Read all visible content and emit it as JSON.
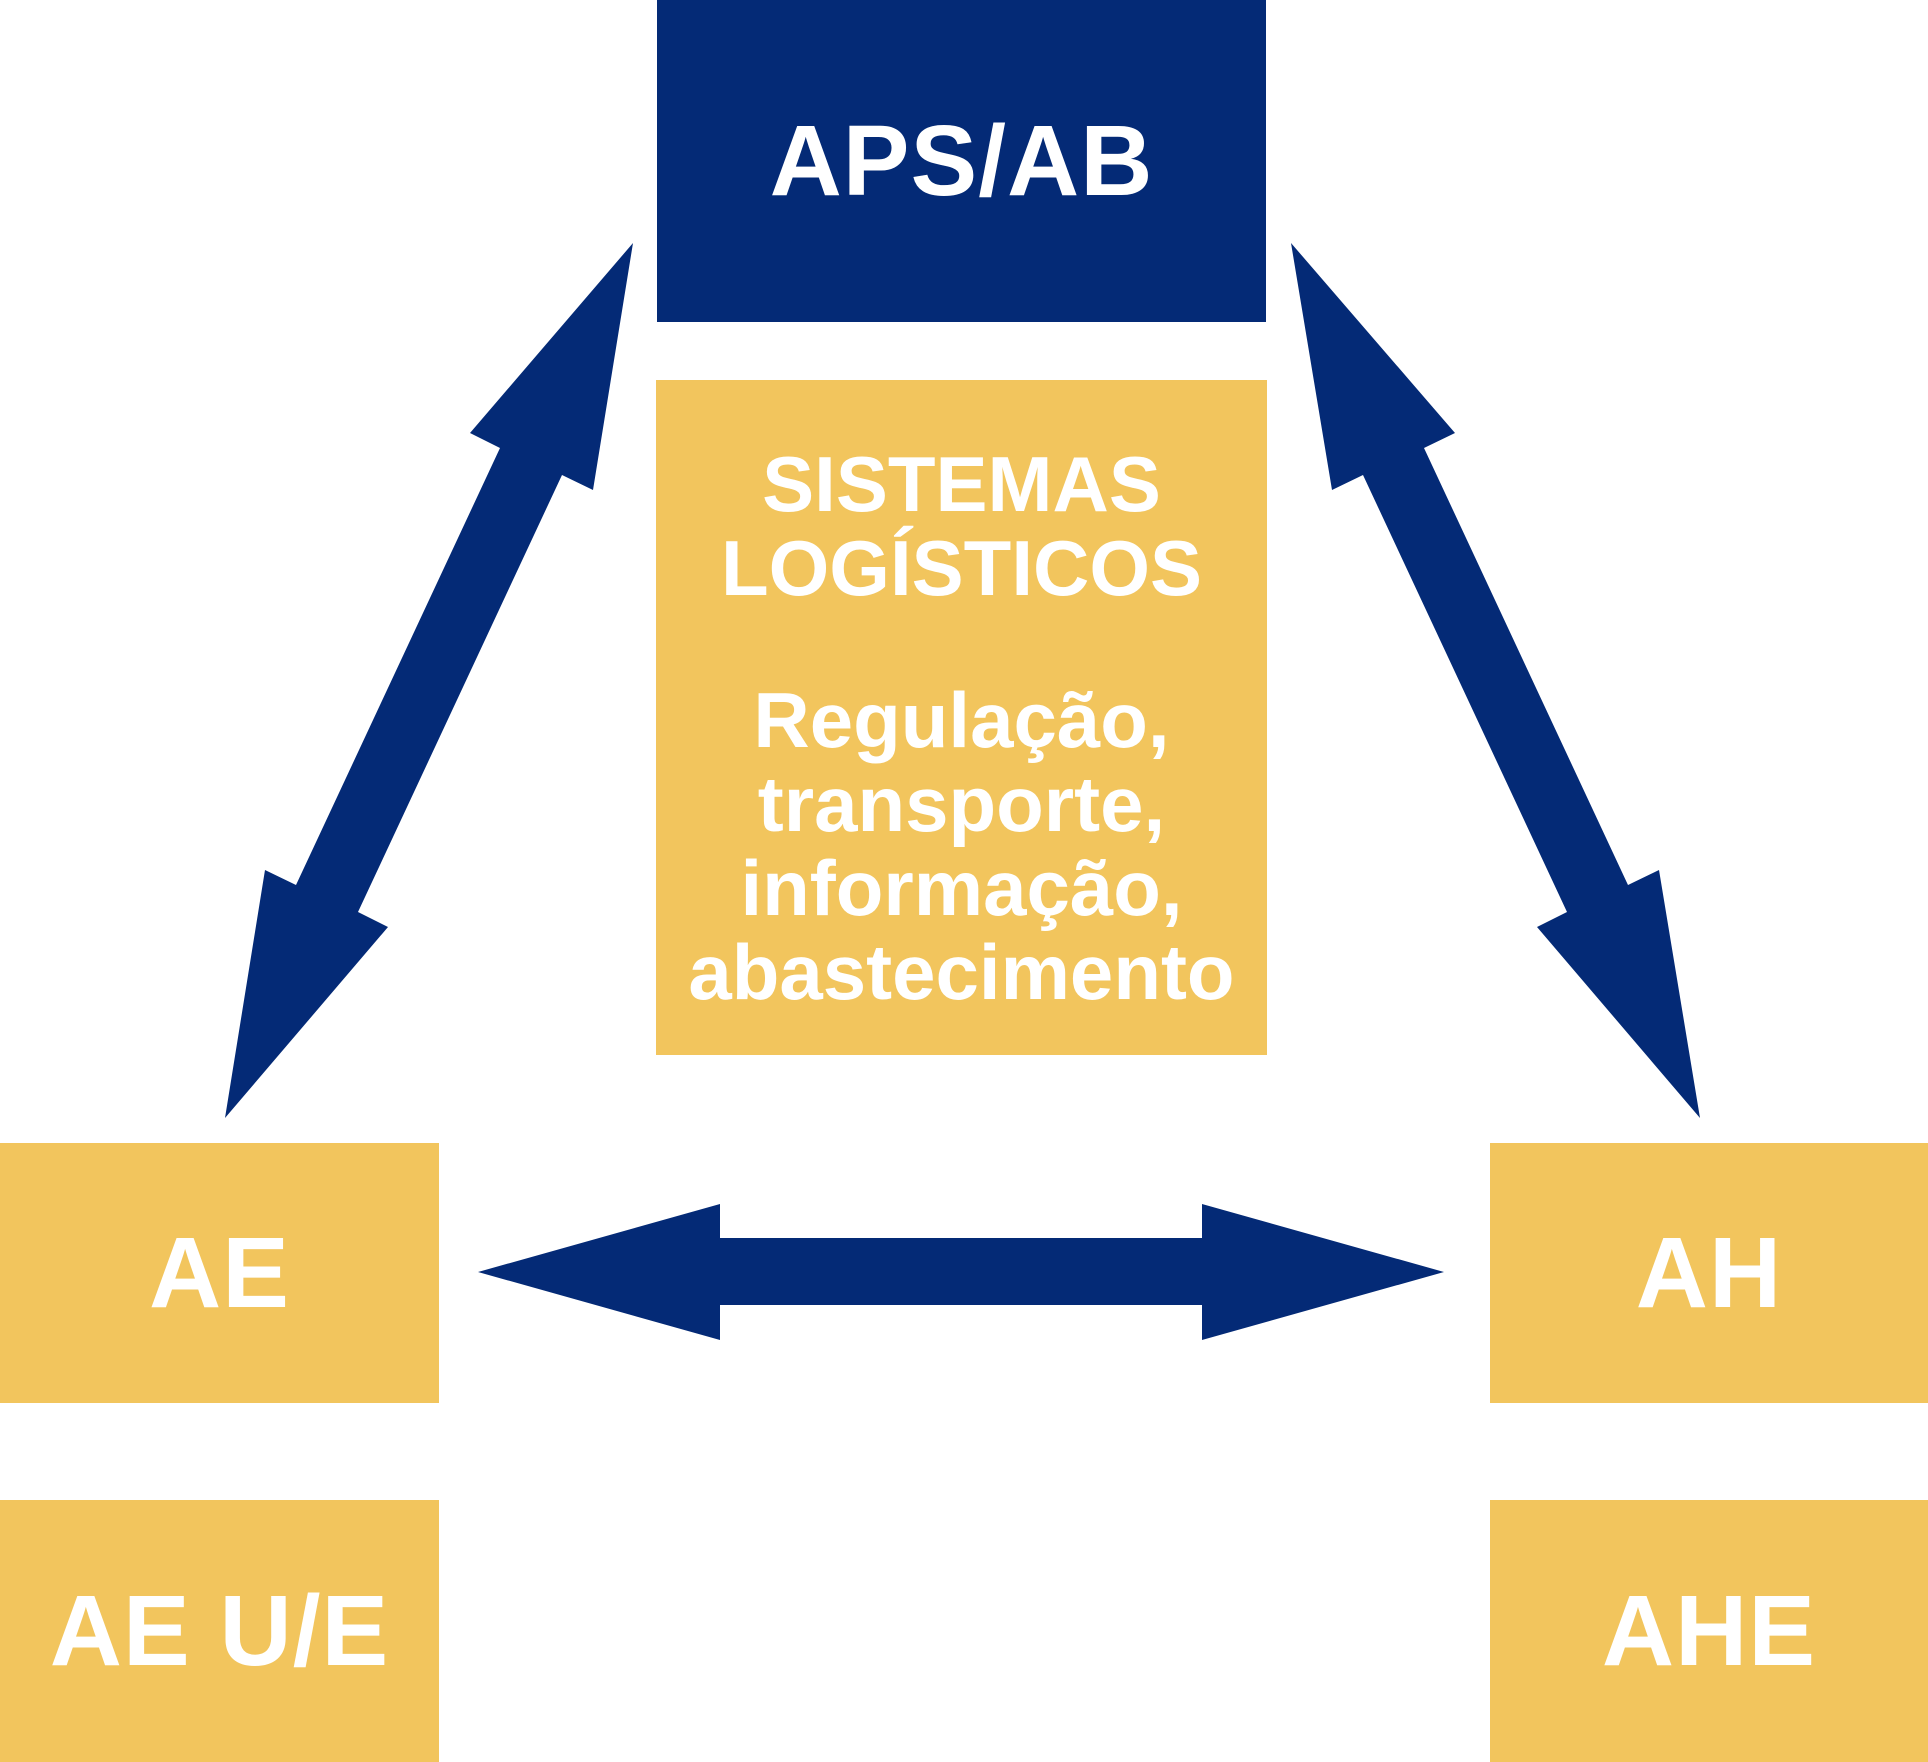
{
  "colors": {
    "navy": "#042a76",
    "gold": "#f2c55d",
    "text": "#ffffff"
  },
  "nodes": {
    "aps": "APS/AB",
    "center_title_line1": "SISTEMAS",
    "center_title_line2": "LOGÍSTICOS",
    "center_sub_line1": "Regulação,",
    "center_sub_line2": "transporte,",
    "center_sub_line3": "informação,",
    "center_sub_line4": "abastecimento",
    "ae": "AE",
    "ah": "AH",
    "ae_ue": "AE U/E",
    "ahe": "AHE"
  },
  "connections": [
    {
      "from": "APS/AB",
      "to": "AE",
      "direction": "bidirectional"
    },
    {
      "from": "APS/AB",
      "to": "AH",
      "direction": "bidirectional"
    },
    {
      "from": "AE",
      "to": "AH",
      "direction": "bidirectional"
    }
  ]
}
